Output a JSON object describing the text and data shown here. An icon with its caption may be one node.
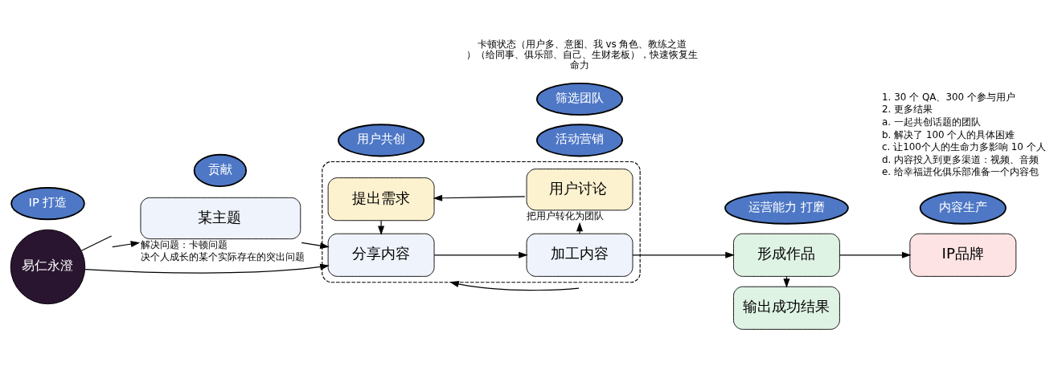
{
  "diagram": {
    "nodes": [
      {
        "text": [
          "易仁永澄"
        ]
      },
      {
        "text": [
          "某主题"
        ],
        "beside": [
          "解决问题：卡顿问题",
          "决个人成长的某个实际存在的突出问题"
        ]
      },
      {
        "text": [],
        "shape": "box"
      },
      {
        "text": [
          "分享内容"
        ],
        "in": 2
      },
      {
        "text": [
          "加工内容"
        ],
        "in": 2
      },
      {
        "text": [
          "提出需求"
        ],
        "in": 2
      },
      {
        "text": [
          "用户讨论"
        ],
        "in": 2,
        "beside": [
          "把用户转化为团队"
        ]
      },
      {
        "text": [
          "形成作品"
        ]
      },
      {
        "text": [
          "IP品牌"
        ]
      },
      {
        "text": [
          "输出成功结果"
        ]
      },
      {
        "text": [
          "贡献"
        ]
      },
      {
        "text": [
          "IP 打造"
        ]
      },
      {
        "text": [
          "活动营销"
        ]
      },
      {
        "text": [
          "运营能力 打磨"
        ]
      },
      {
        "text": [
          "内容生产"
        ]
      },
      {
        "text": [
          "用户共创"
        ]
      },
      {
        "text": [
          "筛选团队"
        ]
      }
    ],
    "edges": [
      {
        "from": null,
        "to": 1,
        "arrow": "to"
      },
      {
        "from": 0,
        "to": null,
        "arrow": "none"
      },
      {
        "from": 0,
        "to": 3,
        "arrow": "to"
      },
      {
        "from": 1,
        "to": 3,
        "arrow": "to"
      },
      {
        "from": 3,
        "to": 4,
        "arrow": "to"
      },
      {
        "from": 4,
        "to": 7,
        "arrow": "to"
      },
      {
        "from": 7,
        "to": 8,
        "arrow": "to"
      },
      {
        "from": 7,
        "to": 9,
        "arrow": "to"
      },
      {
        "from": 4,
        "to": 6,
        "arrow": "to"
      },
      {
        "from": 6,
        "to": 5,
        "arrow": "to"
      },
      {
        "from": 5,
        "to": 3,
        "arrow": "to"
      },
      {
        "from": null,
        "to": 2,
        "arrow": "to"
      }
    ],
    "labels": [
      "卡顿状态（用户多、意图、我 vs 角色、教练之道）（给同事、俱乐部、自己、生财老板），快速恢复生命力",
      "1. 30 个 QA、300 个参与用户",
      "2. 更多结果",
      "a. 一起共创话题的团队",
      "b. 解决了 100 个人的具体困难",
      "c. 让100个人的生命力多影响 10 个人",
      "d. 内容投入到更多渠道：视频、音频",
      "e. 给幸福进化俱乐部准备一个内容包"
    ]
  }
}
